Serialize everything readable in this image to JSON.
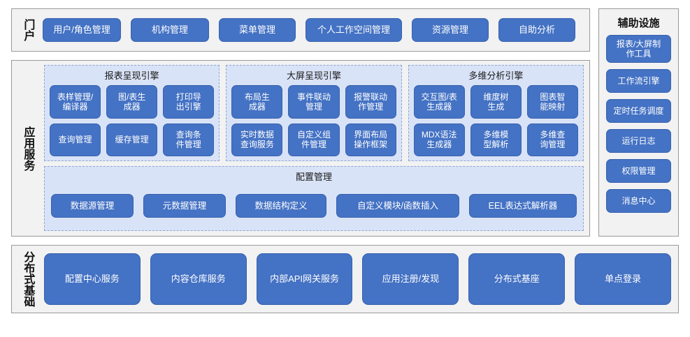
{
  "colors": {
    "button_fill": "#4472C4",
    "button_border": "#3762AE",
    "panel_fill": "#D9E3F7",
    "panel_border": "#8FA7D4",
    "section_fill": "#F2F2F2",
    "section_border": "#9A9A9A",
    "text_on_button": "#FFFFFF"
  },
  "portal": {
    "label": "门户",
    "items": [
      {
        "label": "用户/角色管理",
        "width": 112
      },
      {
        "label": "机构管理",
        "width": 112
      },
      {
        "label": "菜单管理",
        "width": 110
      },
      {
        "label": "个人工作空间管理",
        "width": 138
      },
      {
        "label": "资源管理",
        "width": 110
      },
      {
        "label": "自助分析",
        "width": 110
      }
    ]
  },
  "aux": {
    "title": "辅助设施",
    "items": [
      {
        "label": "报表/大屏制\n作工具",
        "tall": true
      },
      {
        "label": "工作流引擎",
        "tall": false
      },
      {
        "label": "定时任务调度",
        "tall": false
      },
      {
        "label": "运行日志",
        "tall": false
      },
      {
        "label": "权限管理",
        "tall": false
      },
      {
        "label": "消息中心",
        "tall": false
      }
    ]
  },
  "app_services": {
    "label": "应用服务",
    "engines": [
      {
        "title": "报表呈现引擎",
        "items": [
          "表样管理/\n编译器",
          "图/表生\n成器",
          "打印导\n出引擎",
          "查询管理",
          "缓存管理",
          "查询条\n件管理"
        ]
      },
      {
        "title": "大屏呈现引擎",
        "items": [
          "布局生\n成器",
          "事件联动\n管理",
          "报警联动\n作管理",
          "实时数据\n查询服务",
          "自定义组\n件管理",
          "界面布局\n操作框架"
        ]
      },
      {
        "title": "多维分析引擎",
        "items": [
          "交互图/表\n生成器",
          "维度树\n生成",
          "图表智\n能映射",
          "MDX语法\n生成器",
          "多维模\n型解析",
          "多维查\n询管理"
        ]
      }
    ],
    "config": {
      "title": "配置管理",
      "items": [
        "数据源管理",
        "元数据管理",
        "数据结构定义",
        "自定义模块/函数插入",
        "EEL表达式解析器"
      ]
    }
  },
  "distributed": {
    "label": "分布式基础",
    "items": [
      "配置中心服务",
      "内容仓库服务",
      "内部API网关服务",
      "应用注册/发现",
      "分布式基座",
      "单点登录"
    ]
  }
}
